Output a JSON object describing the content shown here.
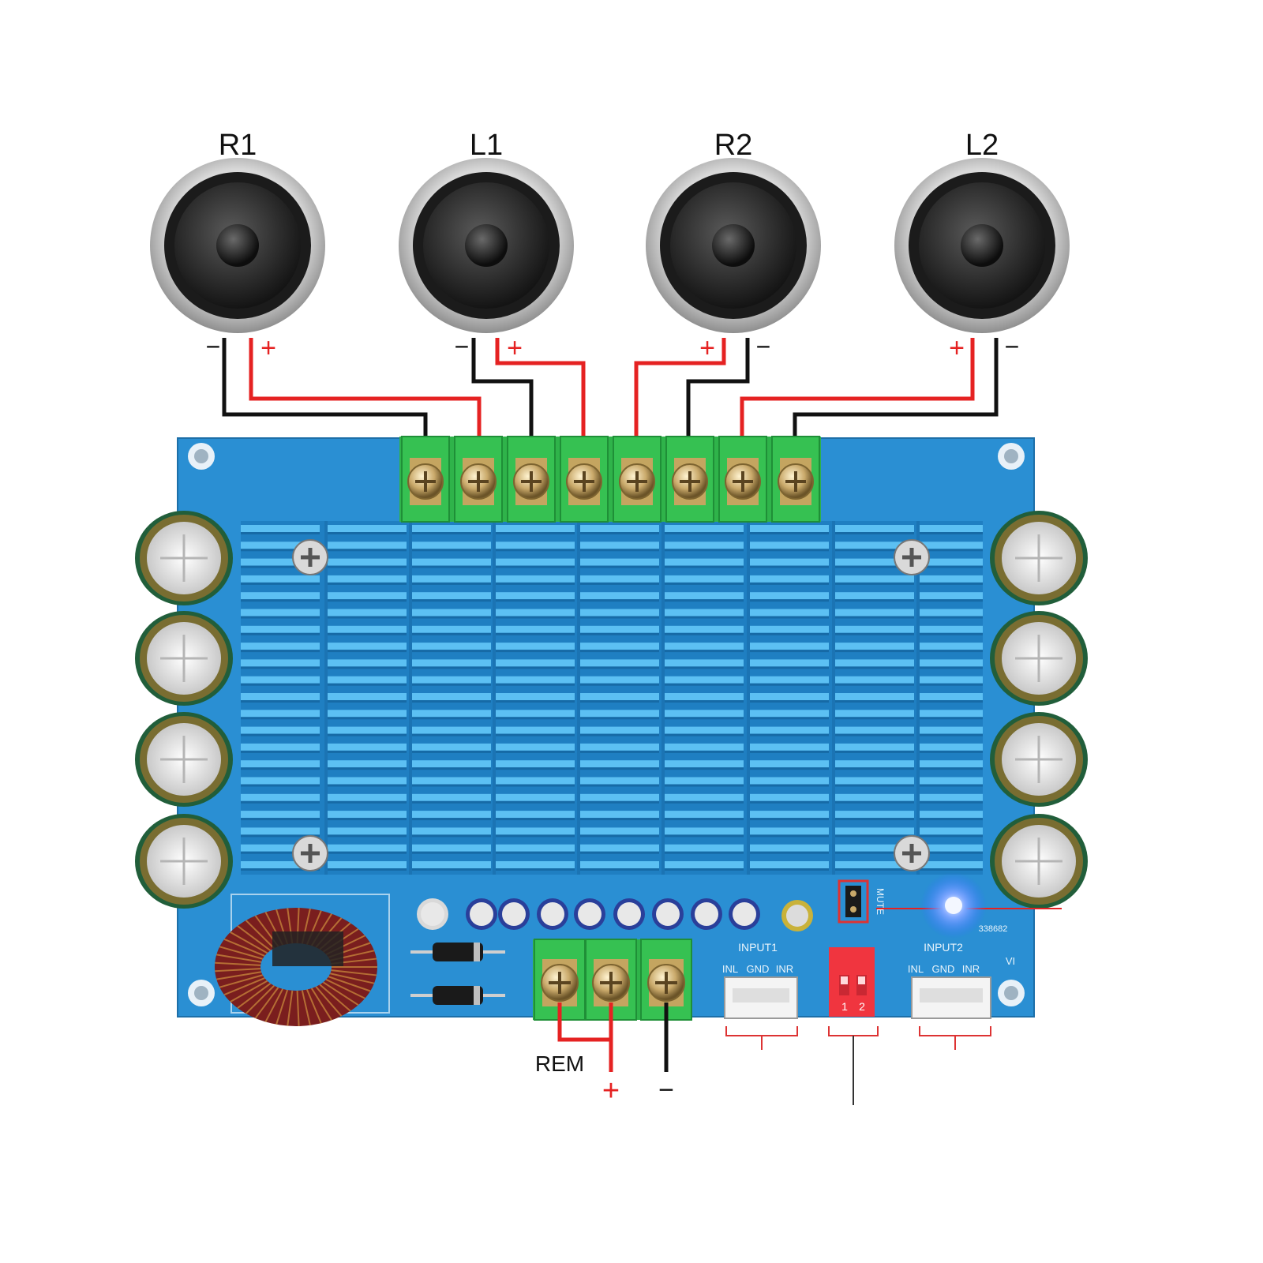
{
  "speakers": [
    {
      "label": "R1",
      "minus": "−",
      "plus": "+"
    },
    {
      "label": "L1",
      "minus": "−",
      "plus": "+"
    },
    {
      "label": "R2",
      "minus": "−",
      "plus": "+"
    },
    {
      "label": "L2",
      "minus": "−",
      "plus": "+"
    }
  ],
  "board": {
    "input1": {
      "title": "INPUT1",
      "pins": [
        "INL",
        "GND",
        "INR"
      ]
    },
    "input2": {
      "title": "INPUT2",
      "pins": [
        "INL",
        "GND",
        "INR"
      ]
    },
    "mute_label": "MUTE",
    "dip_labels": [
      "1",
      "2"
    ],
    "board_code": "338682",
    "v_label": "VI"
  },
  "power": {
    "rem_label": "REM",
    "plus": "+",
    "minus": "−"
  },
  "colors": {
    "pcb": "#2a8fd3",
    "heatsink": "#3aa6e8",
    "terminal": "#2fb34a",
    "wire_red": "#e52222",
    "wire_black": "#111111",
    "capacitor": "#215e3a",
    "led": "#2f6bff"
  }
}
